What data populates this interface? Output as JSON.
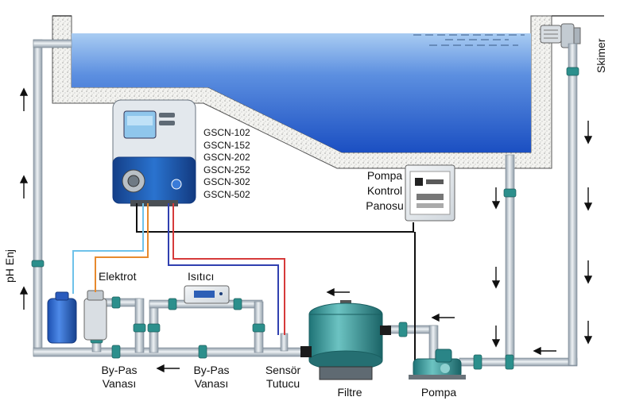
{
  "labels": {
    "skimmer": "Skimer",
    "ph_injection": "pH Enj",
    "electrode": "Elektrot",
    "heater": "Isıtıcı",
    "bypass_left": [
      "By-Pas",
      "Vanası"
    ],
    "bypass_right": [
      "By-Pas",
      "Vanası"
    ],
    "sensor_holder": [
      "Sensör",
      "Tutucu"
    ],
    "filter": "Filtre",
    "pump": "Pompa",
    "control_panel": [
      "Pompa",
      "Kontrol",
      "Panosu"
    ]
  },
  "models": [
    "GSCN-102",
    "GSCN-152",
    "GSCN-202",
    "GSCN-252",
    "GSCN-302",
    "GSCN-502"
  ],
  "colors": {
    "water_top": "#9fc3ee",
    "water_bottom": "#1f55c9",
    "pipe": "#c9d3dc",
    "pipe_edge": "#8b98a5",
    "fitting": "#2c8f8c",
    "filter_body": "#3a9ea0",
    "controller_body": "#1c5fb5",
    "red_wire": "#d63a3a",
    "blue_wire": "#3040b0",
    "orange_wire": "#e78a2e",
    "lightblue_wire": "#6ec2ea",
    "black_wire": "#111111"
  },
  "icons": [
    "arrow-up-icon",
    "arrow-down-icon",
    "arrow-left-icon"
  ]
}
